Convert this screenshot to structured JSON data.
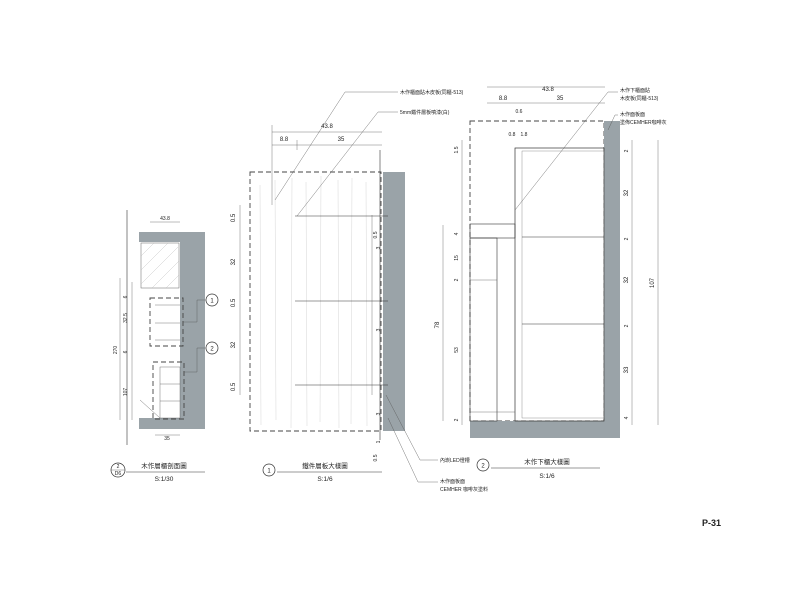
{
  "page_number": "P-31",
  "colors": {
    "wall": "#9aa3a8",
    "line": "#333333"
  },
  "view_left": {
    "title": "木作層櫃剖面圖",
    "scale": "S:1/30",
    "tag_top": "2",
    "tag_bottom": "D6",
    "dims": {
      "top_width": "43.8",
      "bottom_width": "35",
      "shelf_a": "6",
      "shelf_b": "32.5",
      "shelf_c": "6",
      "total": "270",
      "lower": "107"
    },
    "callouts": [
      "1",
      "2"
    ]
  },
  "view_mid": {
    "number": "1",
    "title": "鐵件層板大樣圖",
    "scale": "S:1/6",
    "notes": {
      "n1": "木作櫃面貼木皮板(同櫃-513)",
      "n2": "5mm鐵件層板噴漆(白)",
      "n3": "內崁LED燈槽",
      "n4": "木作面板面",
      "n5": "CEMHER 咖啡灰塗料"
    },
    "dims": {
      "total": "43.8",
      "left": "8.8",
      "right": "35",
      "v05": "0.5",
      "v32": "32",
      "v3": "3",
      "v1": "1"
    }
  },
  "view_right": {
    "number": "2",
    "title": "木作下櫃大樣圖",
    "scale": "S:1/6",
    "notes": {
      "n1": "木作下櫃面貼",
      "n1b": "木皮板(同櫃-513)",
      "n2": "木作面板面",
      "n2b": "塗佈CEMHER咖啡灰"
    },
    "dims": {
      "total": "43.8",
      "left": "8.8",
      "right": "35",
      "d06": "0.6",
      "d08": "0.8",
      "d18": "1.8",
      "d15": "1.5",
      "d4": "4",
      "d15b": "15",
      "d2": "2",
      "d53": "53",
      "d78": "78",
      "d32": "32",
      "d33": "33",
      "d107": "107"
    }
  }
}
